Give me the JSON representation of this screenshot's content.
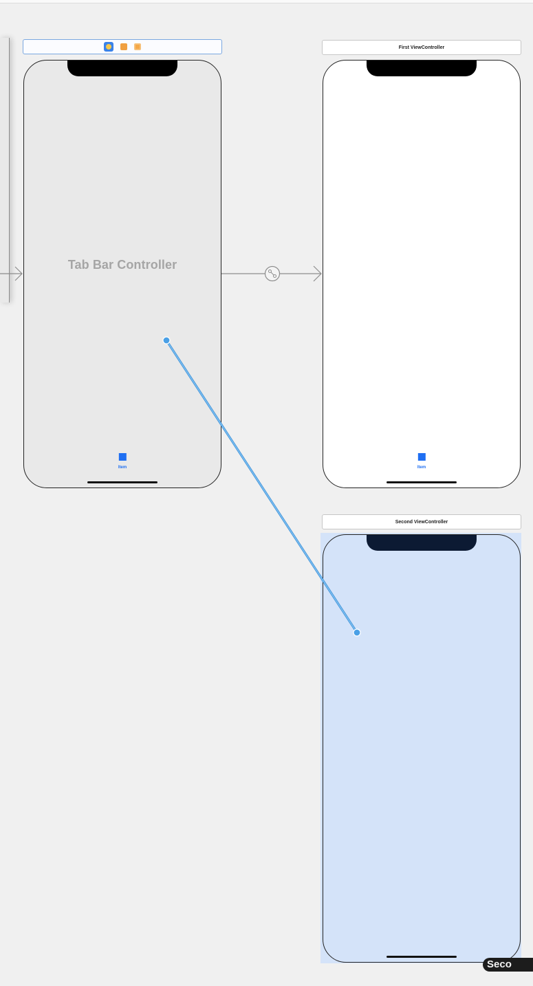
{
  "canvas": {
    "background": "#f0f0f0",
    "scenes": [
      {
        "id": "tab-bar-controller",
        "selected": true,
        "bar_icons": [
          "view-controller-icon",
          "first-responder-icon",
          "exit-icon"
        ],
        "center_title": "Tab Bar Controller",
        "tab_item_label": "Item",
        "background": "#e9e9e9"
      },
      {
        "id": "first-view-controller",
        "title": "First ViewController",
        "tab_item_label": "Item",
        "background": "#ffffff"
      },
      {
        "id": "second-view-controller",
        "title": "Second ViewController",
        "background": "#d4e3f9"
      }
    ],
    "segues": [
      {
        "from": "initial-entry",
        "to": "tab-bar-controller",
        "icon": "arrow-icon"
      },
      {
        "from": "tab-bar-controller",
        "to": "first-view-controller",
        "icon": "relationship-segue-icon"
      }
    ],
    "drag_connection": {
      "from": "tab-bar-controller",
      "to": "second-view-controller",
      "color": "#59abe8"
    }
  },
  "badge": {
    "label": "Seco"
  },
  "colors": {
    "accent": "#1f6ff2",
    "selection_border": "#7aa7e0",
    "drag_line": "#59abe8"
  }
}
